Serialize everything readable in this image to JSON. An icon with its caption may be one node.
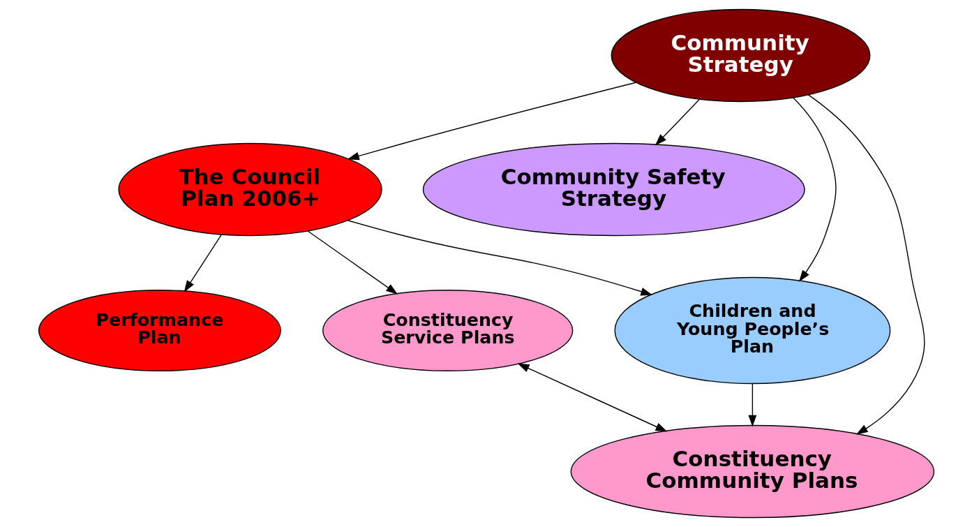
{
  "diagram": {
    "nodes": [
      {
        "text": [
          "Community Strategy"
        ]
      },
      {
        "text": [
          "The Council Plan 2006+"
        ]
      },
      {
        "text": [
          "Community Safety Strategy"
        ]
      },
      {
        "text": [
          "Children and Young People’s Plan"
        ]
      },
      {
        "text": [
          "Performance Plan"
        ]
      },
      {
        "text": [
          "Constituency Community Plans"
        ]
      },
      {
        "text": [
          "Constituency Service Plans"
        ]
      }
    ],
    "edges": [
      {
        "from": 0,
        "to": 1,
        "arrow": "to"
      },
      {
        "from": 0,
        "to": 2,
        "arrow": "to"
      },
      {
        "from": 0,
        "to": 3,
        "arrow": "to"
      },
      {
        "from": 0,
        "to": 5,
        "arrow": "to"
      },
      {
        "from": 1,
        "to": 3,
        "arrow": "to"
      },
      {
        "from": 1,
        "to": 4,
        "arrow": "to"
      },
      {
        "from": 1,
        "to": 6,
        "arrow": "to"
      },
      {
        "from": 3,
        "to": 5,
        "arrow": "to"
      },
      {
        "from": 6,
        "to": 5,
        "arrow": "both"
      }
    ]
  }
}
